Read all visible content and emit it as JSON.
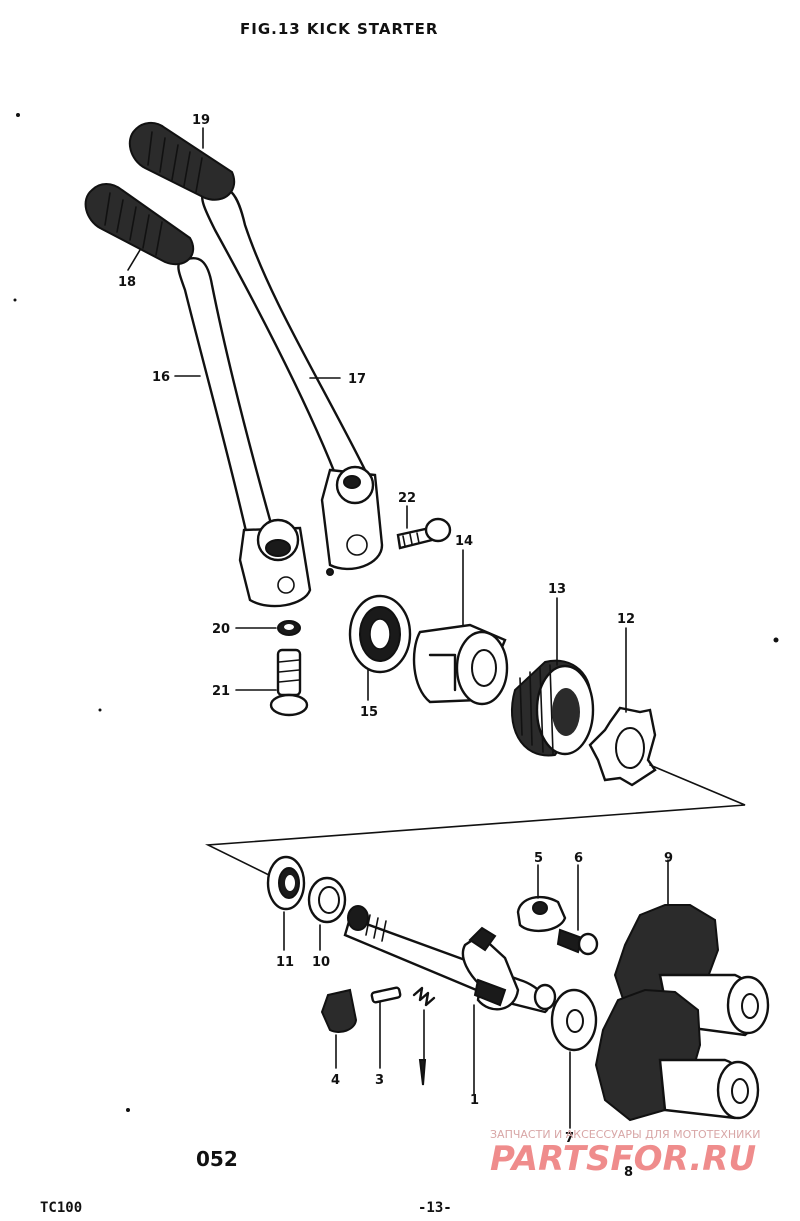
{
  "title": "FIG.13  KICK STARTER",
  "parts": [
    {
      "id": "19"
    },
    {
      "id": "18"
    },
    {
      "id": "16"
    },
    {
      "id": "17"
    },
    {
      "id": "22"
    },
    {
      "id": "14"
    },
    {
      "id": "13"
    },
    {
      "id": "12"
    },
    {
      "id": "20"
    },
    {
      "id": "21"
    },
    {
      "id": "15"
    },
    {
      "id": "5"
    },
    {
      "id": "6"
    },
    {
      "id": "9"
    },
    {
      "id": "11"
    },
    {
      "id": "10"
    },
    {
      "id": "4"
    },
    {
      "id": "3"
    },
    {
      "id": "1"
    },
    {
      "id": "7"
    },
    {
      "id": "8"
    }
  ],
  "figure_code": "052",
  "model": "TC100",
  "page_number": "-13-",
  "watermark": {
    "tagline": "ЗАПЧАСТИ И АКСЕССУАРЫ ДЛЯ МОТОТЕХНИКИ",
    "brand": "PARTSFOR.RU",
    "color": "#ef8c8c"
  }
}
